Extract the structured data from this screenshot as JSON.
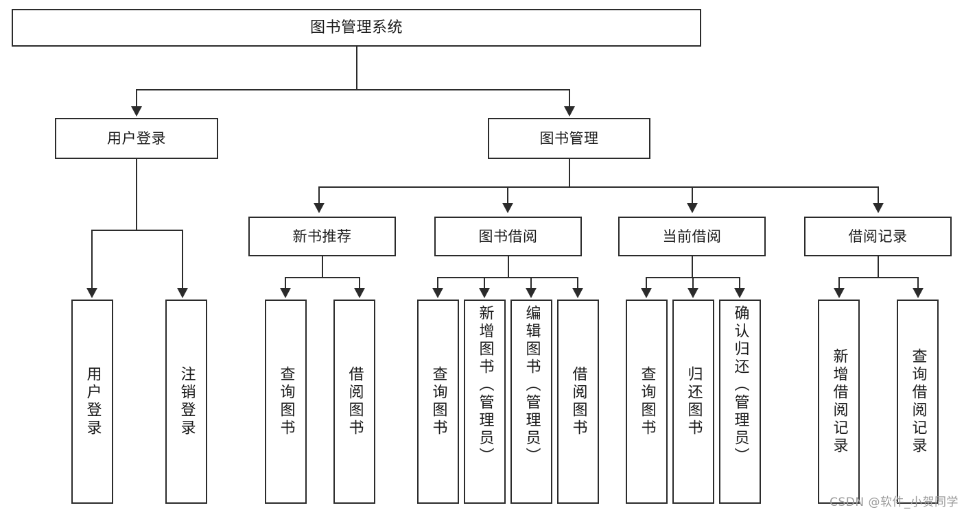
{
  "diagram": {
    "type": "tree",
    "title": "图书管理系统",
    "watermark": "CSDN @软件_小贺同学",
    "root": {
      "label": "图书管理系统"
    },
    "level1": [
      {
        "label": "用户登录"
      },
      {
        "label": "图书管理"
      }
    ],
    "level2": [
      {
        "label": "新书推荐"
      },
      {
        "label": "图书借阅"
      },
      {
        "label": "当前借阅"
      },
      {
        "label": "借阅记录"
      }
    ],
    "leaves": {
      "user_login": [
        {
          "label": "用户登录"
        },
        {
          "label": "注销登录"
        }
      ],
      "new_book_recommend": [
        {
          "label": "查询图书"
        },
        {
          "label": "借阅图书"
        }
      ],
      "book_borrow": [
        {
          "label": "查询图书"
        },
        {
          "label": "新增图书（管理员）"
        },
        {
          "label": "编辑图书（管理员）"
        },
        {
          "label": "借阅图书"
        }
      ],
      "current_borrow": [
        {
          "label": "查询图书"
        },
        {
          "label": "归还图书"
        },
        {
          "label": "确认归还（管理员）"
        }
      ],
      "borrow_record": [
        {
          "label": "新增借阅记录"
        },
        {
          "label": "查询借阅记录"
        }
      ]
    },
    "colors": {
      "stroke": "#2b2b2b",
      "fill": "#ffffff",
      "text": "#1a1a1a",
      "watermark": "#9a9a9a"
    }
  }
}
